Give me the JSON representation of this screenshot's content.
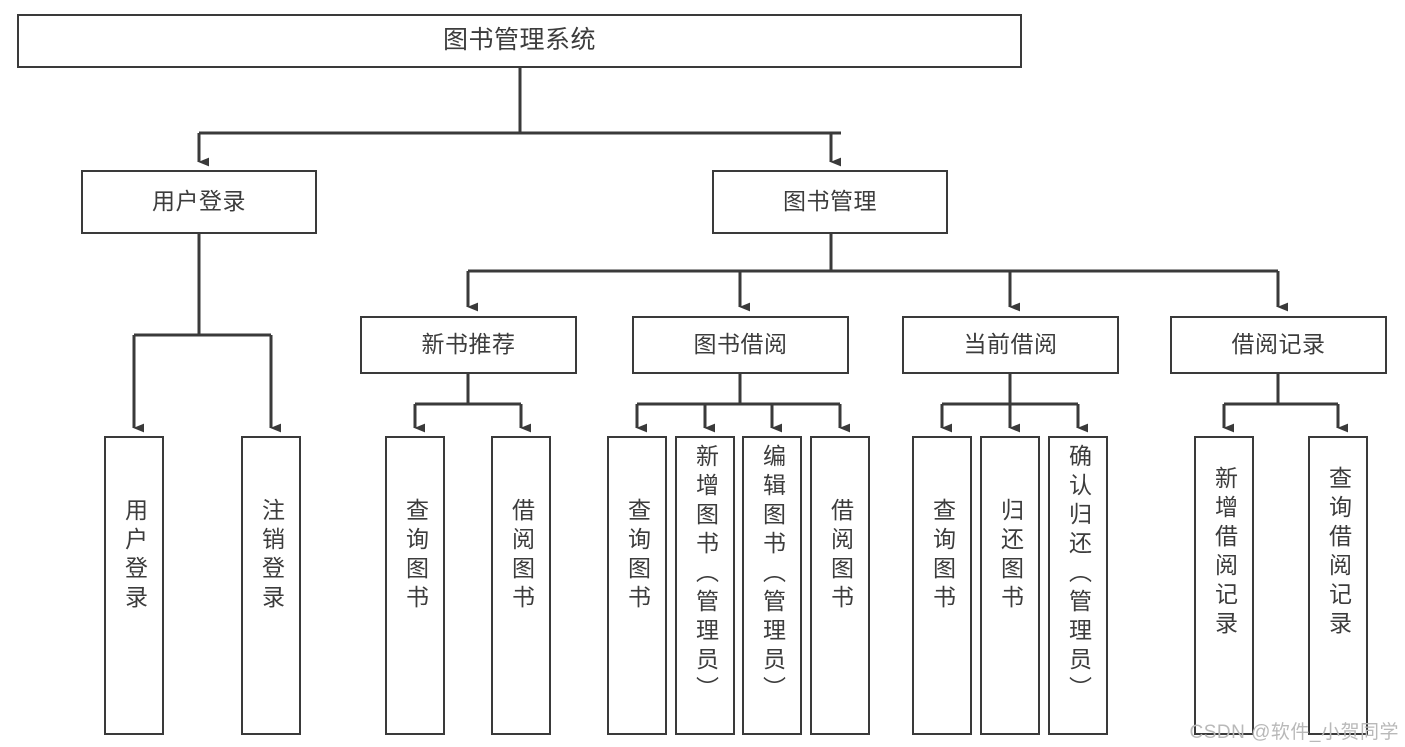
{
  "diagram": {
    "title": "图书管理系统",
    "type": "tree-hierarchy-functional-decomposition",
    "background_color": "#ffffff",
    "node_border_color": "#3a3a3a",
    "node_fill_color": "#ffffff",
    "connector_color": "#3a3a3a",
    "text_color": "#3c3c3c"
  },
  "nodes": {
    "root": {
      "label": "图书管理系统"
    },
    "level1": [
      {
        "id": "user-login",
        "label": "用户登录"
      },
      {
        "id": "book-management",
        "label": "图书管理"
      }
    ],
    "level2": [
      {
        "id": "new-book-recommend",
        "label": "新书推荐"
      },
      {
        "id": "book-borrow",
        "label": "图书借阅"
      },
      {
        "id": "current-borrow",
        "label": "当前借阅"
      },
      {
        "id": "borrow-record",
        "label": "借阅记录"
      }
    ],
    "leaves": {
      "user_login": [
        {
          "id": "leaf-user-login",
          "label": "用户登录"
        },
        {
          "id": "leaf-logout-login",
          "label": "注销登录"
        }
      ],
      "new_book_recommend": [
        {
          "id": "leaf-query-book-1",
          "label": "查询图书"
        },
        {
          "id": "leaf-borrow-book-1",
          "label": "借阅图书"
        }
      ],
      "book_borrow": [
        {
          "id": "leaf-query-book-2",
          "label": "查询图书"
        },
        {
          "id": "leaf-add-book",
          "label": "新增图书（管理员）"
        },
        {
          "id": "leaf-edit-book",
          "label": "编辑图书（管理员）"
        },
        {
          "id": "leaf-borrow-book-2",
          "label": "借阅图书"
        }
      ],
      "current_borrow": [
        {
          "id": "leaf-query-book-3",
          "label": "查询图书"
        },
        {
          "id": "leaf-return-book",
          "label": "归还图书"
        },
        {
          "id": "leaf-confirm-return",
          "label": "确认归还（管理员）"
        }
      ],
      "borrow_record": [
        {
          "id": "leaf-add-borrow-record",
          "label": "新增借阅记录"
        },
        {
          "id": "leaf-query-borrow-record",
          "label": "查询借阅记录"
        }
      ]
    }
  },
  "watermark": {
    "text": "CSDN @软件_小贺同学"
  }
}
